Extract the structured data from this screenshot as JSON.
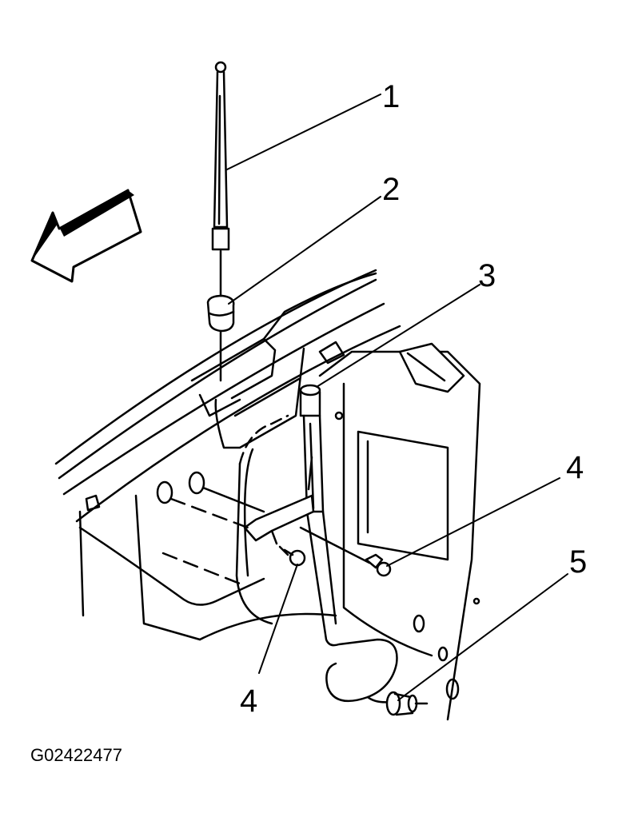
{
  "diagram": {
    "callouts": [
      {
        "id": "callout-1",
        "label": "1"
      },
      {
        "id": "callout-2",
        "label": "2"
      },
      {
        "id": "callout-3",
        "label": "3"
      },
      {
        "id": "callout-4a",
        "label": "4"
      },
      {
        "id": "callout-4b",
        "label": "4"
      },
      {
        "id": "callout-5",
        "label": "5"
      }
    ],
    "figure_id": "G02422477",
    "colors": {
      "ink": "#000000",
      "paper": "#ffffff"
    }
  }
}
